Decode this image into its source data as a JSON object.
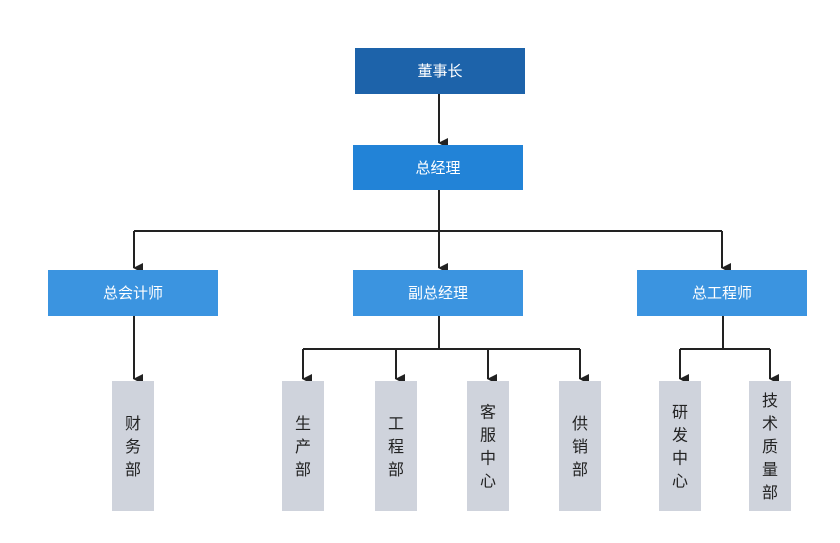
{
  "colors": {
    "root": "#1d63aa",
    "level2": "#2283d7",
    "level3": "#3b94e0",
    "leaf": "#cfd3dc",
    "connector": "#222222",
    "label_light": "#ffffff",
    "label_dark": "#222222"
  },
  "org": {
    "root": {
      "label": "董事长"
    },
    "gm": {
      "label": "总经理"
    },
    "managers": [
      {
        "label": "总会计师",
        "departments": [
          "财务部"
        ]
      },
      {
        "label": "副总经理",
        "departments": [
          "生产部",
          "工程部",
          "客服中心",
          "供销部"
        ]
      },
      {
        "label": "总工程师",
        "departments": [
          "研发中心",
          "技术质量部"
        ]
      }
    ]
  }
}
